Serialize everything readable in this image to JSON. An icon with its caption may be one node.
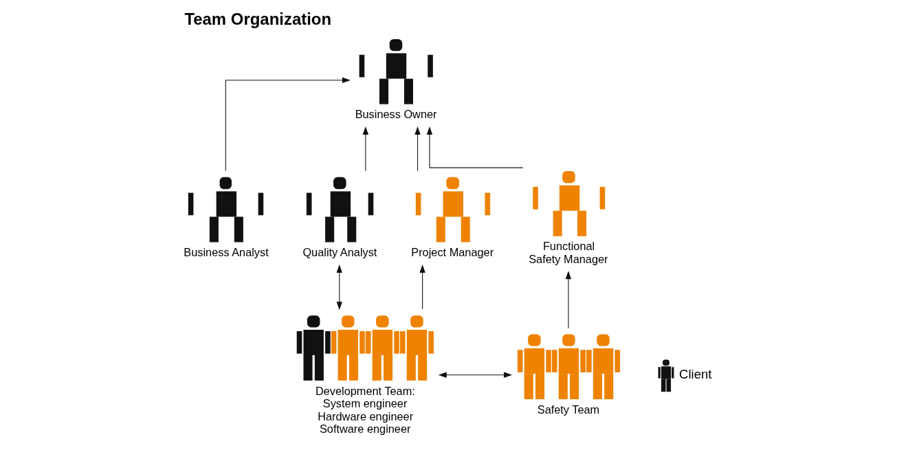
{
  "diagram": {
    "title": "Team Organization",
    "nodes": [
      {
        "text": [
          "Business Owner"
        ]
      },
      {
        "text": [
          "Business Analyst"
        ]
      },
      {
        "text": [
          "Quality Analyst"
        ]
      },
      {
        "text": [
          "Project Manager"
        ]
      },
      {
        "text": [
          "Functional Safety Manager"
        ]
      },
      {
        "text": [
          "Development Team: System engineer Hardware engineer Software engineer"
        ]
      },
      {
        "text": [
          "Safety Team"
        ]
      }
    ],
    "edges": [
      {
        "from": 1,
        "to": 0,
        "arrow": "to"
      },
      {
        "from": 2,
        "to": 0,
        "arrow": "to"
      },
      {
        "from": 3,
        "to": 0,
        "arrow": "to"
      },
      {
        "from": 4,
        "to": 0,
        "arrow": "to"
      },
      {
        "from": 5,
        "to": 3,
        "arrow": "to"
      },
      {
        "from": 5,
        "to": 2,
        "arrow": "both"
      },
      {
        "from": 5,
        "to": 6,
        "arrow": "both"
      },
      {
        "from": 6,
        "to": 4,
        "arrow": "to"
      }
    ],
    "legend": [
      {
        "text": "Client",
        "color": "#111111"
      }
    ]
  }
}
